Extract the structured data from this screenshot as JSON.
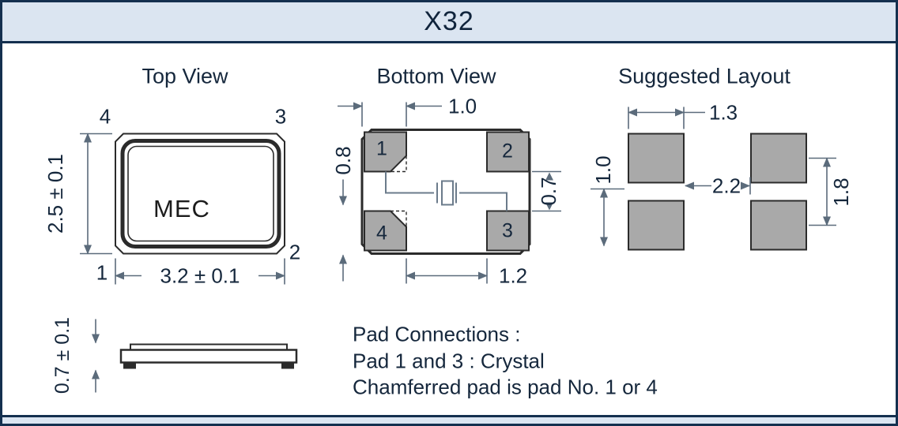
{
  "title": "X32",
  "colors": {
    "header_bg": "#dbe5f1",
    "frame_border": "#14304f",
    "pad_fill": "#a9a9a9",
    "ink": "#2b2b2b",
    "dim_line": "#5b6b7b",
    "text": "#15273c"
  },
  "top_view": {
    "label": "Top View",
    "brand": "MEC",
    "pin_top_left": "4",
    "pin_top_right": "3",
    "pin_bottom_left": "1",
    "pin_bottom_right": "2",
    "dim_height": "2.5 ± 0.1",
    "dim_width": "3.2 ± 0.1"
  },
  "bottom_view": {
    "label": "Bottom View",
    "pad_top_left": "1",
    "pad_top_right": "2",
    "pad_bottom_left": "4",
    "pad_bottom_right": "3",
    "dim_pad_width": "1.0",
    "dim_pad_height": "0.8",
    "dim_gap_vertical": "0.7",
    "dim_gap_horizontal": "1.2"
  },
  "suggested_layout": {
    "label": "Suggested Layout",
    "dim_pad_width": "1.3",
    "dim_left_vertical": "1.0",
    "dim_center_horizontal": "2.2",
    "dim_right_vertical": "1.8"
  },
  "side_view": {
    "dim_height": "0.7 ± 0.1"
  },
  "notes": {
    "line1": "Pad Connections :",
    "line2": "Pad 1 and 3 : Crystal",
    "line3": "Chamferred pad is pad No. 1 or  4"
  }
}
